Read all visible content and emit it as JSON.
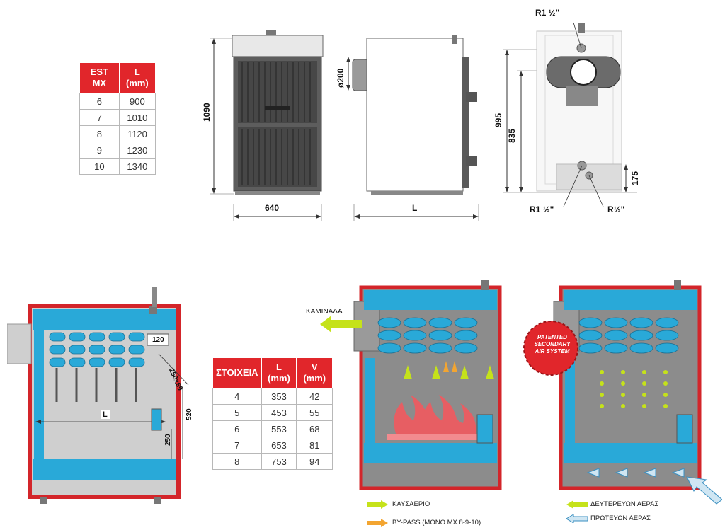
{
  "table_est": {
    "headers": [
      "EST MX",
      "L (mm)"
    ],
    "rows": [
      [
        "6",
        "900"
      ],
      [
        "7",
        "1010"
      ],
      [
        "8",
        "1120"
      ],
      [
        "9",
        "1230"
      ],
      [
        "10",
        "1340"
      ]
    ]
  },
  "table_elements": {
    "headers": [
      "ΣΤΟΙΧΕΙΑ",
      "L (mm)",
      "V (mm)"
    ],
    "rows": [
      [
        "4",
        "353",
        "42"
      ],
      [
        "5",
        "453",
        "55"
      ],
      [
        "6",
        "553",
        "68"
      ],
      [
        "7",
        "653",
        "81"
      ],
      [
        "8",
        "753",
        "94"
      ]
    ]
  },
  "dimensions": {
    "front_height": "1090",
    "front_width": "640",
    "side_flue": "ø200",
    "side_length": "L",
    "rear_top_conn": "R1 ½\"",
    "rear_height_995": "995",
    "rear_height_835": "835",
    "rear_height_175": "175",
    "rear_bottom_left": "R1 ½\"",
    "rear_bottom_right": "R½\""
  },
  "section": {
    "box_120": "120",
    "label_L": "L",
    "dim_250": "250",
    "dim_520": "520",
    "dim_diag": "250x69"
  },
  "cutaway": {
    "chimney_label": "ΚΑΜΙΝΑΔΑ",
    "badge_line1": "PATENTED",
    "badge_line2": "SECONDARY",
    "badge_line3": "AIR SYSTEM"
  },
  "legend": {
    "flue_gas": "ΚΑΥΣΑΕΡΙΟ",
    "bypass": "BY-PASS (ΜΟΝΟ MX 8-9-10)",
    "secondary_air": "ΔΕΥΤΕΡΕΥΩΝ ΑΕΡΑΣ",
    "primary_air": "ΠΡΩΤΕΥΩΝ ΑΕΡΑΣ"
  },
  "colors": {
    "table_header": "#e1262b",
    "water_jacket": "#29a9d8",
    "boiler_shell": "#d3252a",
    "body_gray": "#8c8c8c",
    "flue_arrow": "#c5e21a",
    "bypass_arrow": "#f3a531",
    "primary_arrow": "#cfe6f3"
  }
}
